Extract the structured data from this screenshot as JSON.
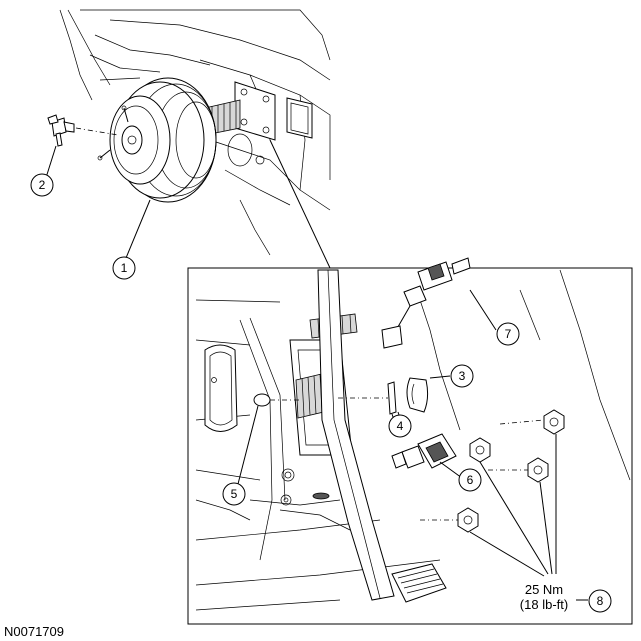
{
  "callouts": [
    {
      "id": "1",
      "label": "1"
    },
    {
      "id": "2",
      "label": "2"
    },
    {
      "id": "3",
      "label": "3"
    },
    {
      "id": "4",
      "label": "4"
    },
    {
      "id": "5",
      "label": "5"
    },
    {
      "id": "6",
      "label": "6"
    },
    {
      "id": "7",
      "label": "7"
    },
    {
      "id": "8",
      "label": "8"
    }
  ],
  "torque": {
    "line1": "25 Nm",
    "line2": "(18 lb-ft)"
  },
  "figure_id": "N0071709"
}
